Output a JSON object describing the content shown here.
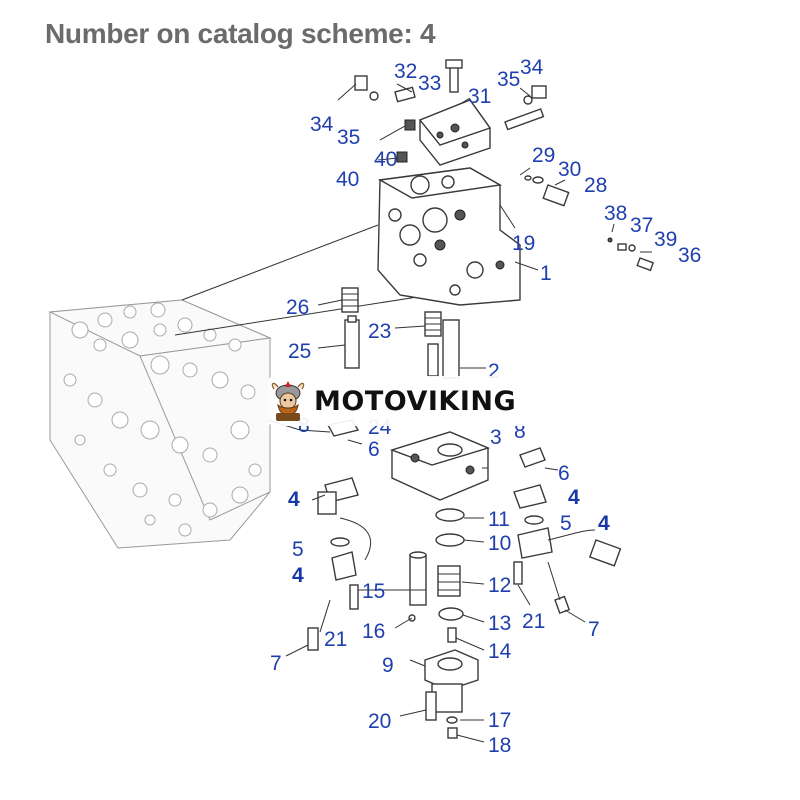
{
  "header": {
    "title": "Number on catalog scheme: 4"
  },
  "watermark": {
    "text": "MOTOVIKING",
    "icon": "viking-mascot-icon"
  },
  "colors": {
    "label": "#1f3fae",
    "header": "#6b6b6b"
  },
  "labels": [
    {
      "id": "l32",
      "text": "32"
    },
    {
      "id": "l33",
      "text": "33"
    },
    {
      "id": "l35a",
      "text": "35"
    },
    {
      "id": "l34a",
      "text": "34"
    },
    {
      "id": "l31",
      "text": "31"
    },
    {
      "id": "l34b",
      "text": "34"
    },
    {
      "id": "l35b",
      "text": "35"
    },
    {
      "id": "l40a",
      "text": "40"
    },
    {
      "id": "l40b",
      "text": "40"
    },
    {
      "id": "l29",
      "text": "29"
    },
    {
      "id": "l30",
      "text": "30"
    },
    {
      "id": "l28",
      "text": "28"
    },
    {
      "id": "l38",
      "text": "38"
    },
    {
      "id": "l37",
      "text": "37"
    },
    {
      "id": "l39",
      "text": "39"
    },
    {
      "id": "l36",
      "text": "36"
    },
    {
      "id": "l19",
      "text": "19"
    },
    {
      "id": "l1",
      "text": "1"
    },
    {
      "id": "l26",
      "text": "26"
    },
    {
      "id": "l23",
      "text": "23"
    },
    {
      "id": "l25",
      "text": "25"
    },
    {
      "id": "l2",
      "text": "2"
    },
    {
      "id": "l8a",
      "text": "8"
    },
    {
      "id": "l24",
      "text": "24"
    },
    {
      "id": "l6a",
      "text": "6"
    },
    {
      "id": "l3",
      "text": "3"
    },
    {
      "id": "l8b",
      "text": "8"
    },
    {
      "id": "l6b",
      "text": "6"
    },
    {
      "id": "l4a",
      "text": "4",
      "bold": true
    },
    {
      "id": "l4b",
      "text": "4",
      "bold": true
    },
    {
      "id": "l11",
      "text": "11"
    },
    {
      "id": "l5a",
      "text": "5"
    },
    {
      "id": "l4c",
      "text": "4",
      "bold": true
    },
    {
      "id": "l10",
      "text": "10"
    },
    {
      "id": "l5b",
      "text": "5"
    },
    {
      "id": "l4d",
      "text": "4",
      "bold": true
    },
    {
      "id": "l15",
      "text": "15"
    },
    {
      "id": "l12",
      "text": "12"
    },
    {
      "id": "l21a",
      "text": "21"
    },
    {
      "id": "l7a",
      "text": "7"
    },
    {
      "id": "l16",
      "text": "16"
    },
    {
      "id": "l13",
      "text": "13"
    },
    {
      "id": "l21b",
      "text": "21"
    },
    {
      "id": "l14",
      "text": "14"
    },
    {
      "id": "l7b",
      "text": "7"
    },
    {
      "id": "l9",
      "text": "9"
    },
    {
      "id": "l20",
      "text": "20"
    },
    {
      "id": "l17",
      "text": "17"
    },
    {
      "id": "l18",
      "text": "18"
    }
  ]
}
